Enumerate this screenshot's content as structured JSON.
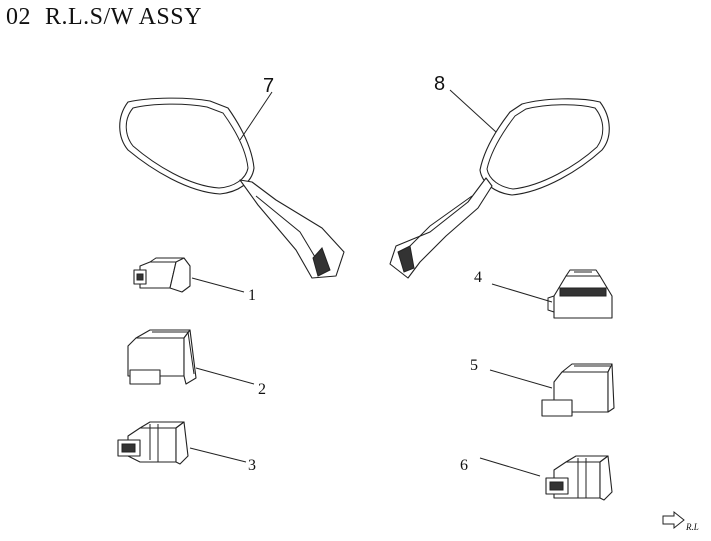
{
  "header": {
    "page_number": "02",
    "title": "R.L.S/W ASSY"
  },
  "callouts": [
    {
      "id": "7",
      "label": "7"
    },
    {
      "id": "8",
      "label": "8"
    },
    {
      "id": "1",
      "label": "1"
    },
    {
      "id": "2",
      "label": "2"
    },
    {
      "id": "3",
      "label": "3"
    },
    {
      "id": "4",
      "label": "4"
    },
    {
      "id": "5",
      "label": "5"
    },
    {
      "id": "6",
      "label": "6"
    }
  ],
  "footer": {
    "mark": "R.L"
  }
}
